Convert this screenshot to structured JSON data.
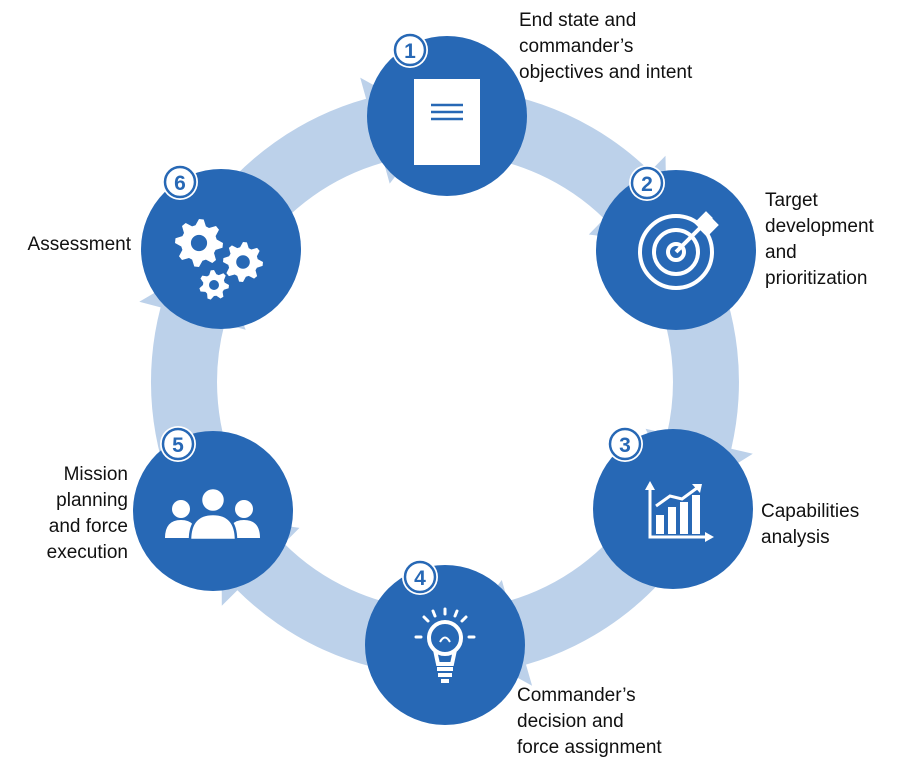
{
  "colors": {
    "circle": "#2768b5",
    "arrow": "#bcd1ea",
    "badge_text": "#2768b5",
    "icon": "#ffffff"
  },
  "steps": [
    {
      "number": "1",
      "icon": "document-icon",
      "label_lines": [
        "End state and",
        "commander’s",
        "objectives and intent"
      ]
    },
    {
      "number": "2",
      "icon": "target-icon",
      "label_lines": [
        "Target",
        "development",
        "and",
        "prioritization"
      ]
    },
    {
      "number": "3",
      "icon": "bar-chart-icon",
      "label_lines": [
        "Capabilities",
        "analysis"
      ]
    },
    {
      "number": "4",
      "icon": "lightbulb-icon",
      "label_lines": [
        "Commander’s",
        "decision and",
        "force assignment"
      ]
    },
    {
      "number": "5",
      "icon": "people-icon",
      "label_lines": [
        "Mission",
        "planning",
        "and force",
        "execution"
      ]
    },
    {
      "number": "6",
      "icon": "gears-icon",
      "label_lines": [
        "Assessment"
      ]
    }
  ]
}
